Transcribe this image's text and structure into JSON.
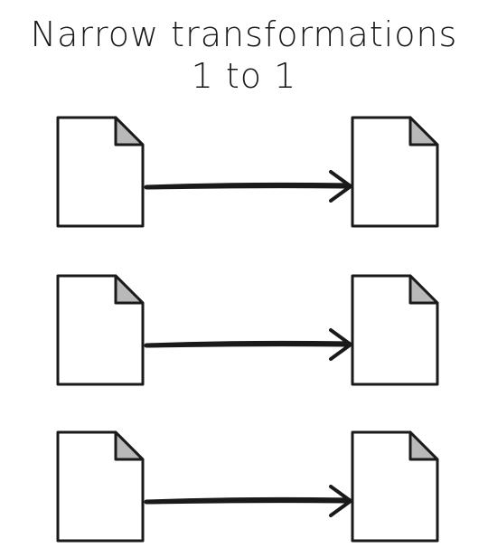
{
  "title": {
    "line1": "Narrow transformations",
    "line2": "1 to 1"
  },
  "rows": [
    {
      "source": "document",
      "target": "document",
      "connector": "arrow"
    },
    {
      "source": "document",
      "target": "document",
      "connector": "arrow"
    },
    {
      "source": "document",
      "target": "document",
      "connector": "arrow"
    }
  ],
  "colors": {
    "stroke": "#1a1a1a",
    "page_fill": "#ffffff",
    "fold_fill": "#b9b9b9"
  },
  "icons": {
    "source": "document-icon",
    "target": "document-icon",
    "connector": "arrow-right-icon"
  }
}
